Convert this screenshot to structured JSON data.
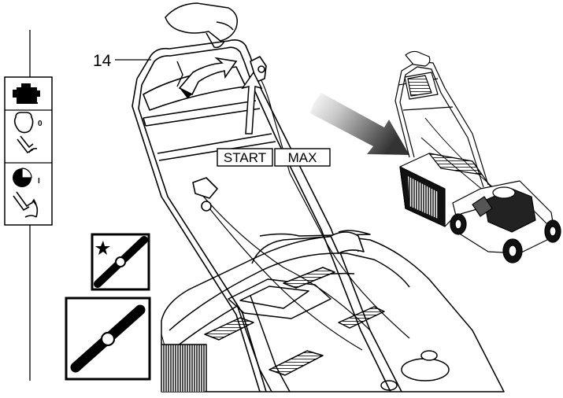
{
  "callout_number": "14",
  "start_label": "START",
  "max_label": "MAX",
  "choke_position_off": "0",
  "choke_position_on": "I",
  "icons": {
    "sidebar": [
      "engine-icon",
      "choke-off-icon",
      "lever-icon",
      "choke-on-icon",
      "lever-rotate-icon"
    ],
    "blades": [
      "mulching-blade-icon",
      "standard-blade-icon"
    ],
    "direction": "gradient-arrow-icon"
  },
  "colors": {
    "line": "#000000",
    "fill": "#ffffff",
    "arrow_gradient_start": "#ffffff",
    "arrow_gradient_end": "#333333"
  }
}
